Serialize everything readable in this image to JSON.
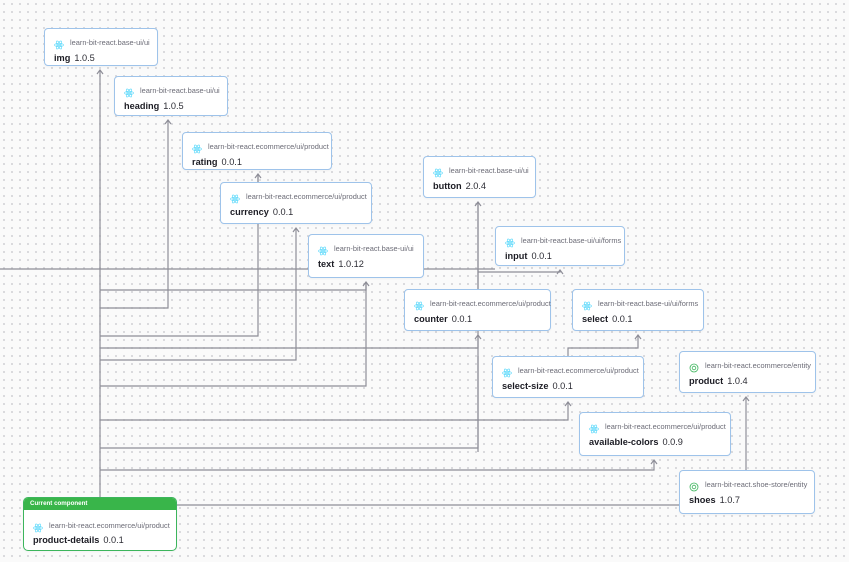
{
  "graph": {
    "current_label": "Current component",
    "nodes": [
      {
        "id": "img",
        "scope": "learn-bit-react.base-ui/ui",
        "name": "img",
        "version": "1.0.5",
        "icon": "react-icon"
      },
      {
        "id": "heading",
        "scope": "learn-bit-react.base-ui/ui",
        "name": "heading",
        "version": "1.0.5",
        "icon": "react-icon"
      },
      {
        "id": "rating",
        "scope": "learn-bit-react.ecommerce/ui/product",
        "name": "rating",
        "version": "0.0.1",
        "icon": "react-icon"
      },
      {
        "id": "currency",
        "scope": "learn-bit-react.ecommerce/ui/product",
        "name": "currency",
        "version": "0.0.1",
        "icon": "react-icon"
      },
      {
        "id": "button",
        "scope": "learn-bit-react.base-ui/ui",
        "name": "button",
        "version": "2.0.4",
        "icon": "react-icon"
      },
      {
        "id": "input",
        "scope": "learn-bit-react.base-ui/ui/forms",
        "name": "input",
        "version": "0.0.1",
        "icon": "react-icon"
      },
      {
        "id": "text",
        "scope": "learn-bit-react.base-ui/ui",
        "name": "text",
        "version": "1.0.12",
        "icon": "react-icon"
      },
      {
        "id": "counter",
        "scope": "learn-bit-react.ecommerce/ui/product",
        "name": "counter",
        "version": "0.0.1",
        "icon": "react-icon"
      },
      {
        "id": "select",
        "scope": "learn-bit-react.base-ui/ui/forms",
        "name": "select",
        "version": "0.0.1",
        "icon": "react-icon"
      },
      {
        "id": "product",
        "scope": "learn-bit-react.ecommerce/entity",
        "name": "product",
        "version": "1.0.4",
        "icon": "entity-icon"
      },
      {
        "id": "select-size",
        "scope": "learn-bit-react.ecommerce/ui/product",
        "name": "select-size",
        "version": "0.0.1",
        "icon": "react-icon"
      },
      {
        "id": "available-colors",
        "scope": "learn-bit-react.ecommerce/ui/product",
        "name": "available-colors",
        "version": "0.0.9",
        "icon": "react-icon"
      },
      {
        "id": "shoes",
        "scope": "learn-bit-react.shoe-store/entity",
        "name": "shoes",
        "version": "1.0.7",
        "icon": "entity-icon"
      },
      {
        "id": "product-details",
        "scope": "learn-bit-react.ecommerce/ui/product",
        "name": "product-details",
        "version": "0.0.1",
        "icon": "react-icon",
        "current": true
      }
    ]
  },
  "colors": {
    "node_border": "#9ec3ea",
    "current_border": "#3cb55c",
    "current_header": "#39b54a",
    "edge": "#8e8e98",
    "react_icon": "#61dafb",
    "entity_icon": "#3cb55c"
  }
}
